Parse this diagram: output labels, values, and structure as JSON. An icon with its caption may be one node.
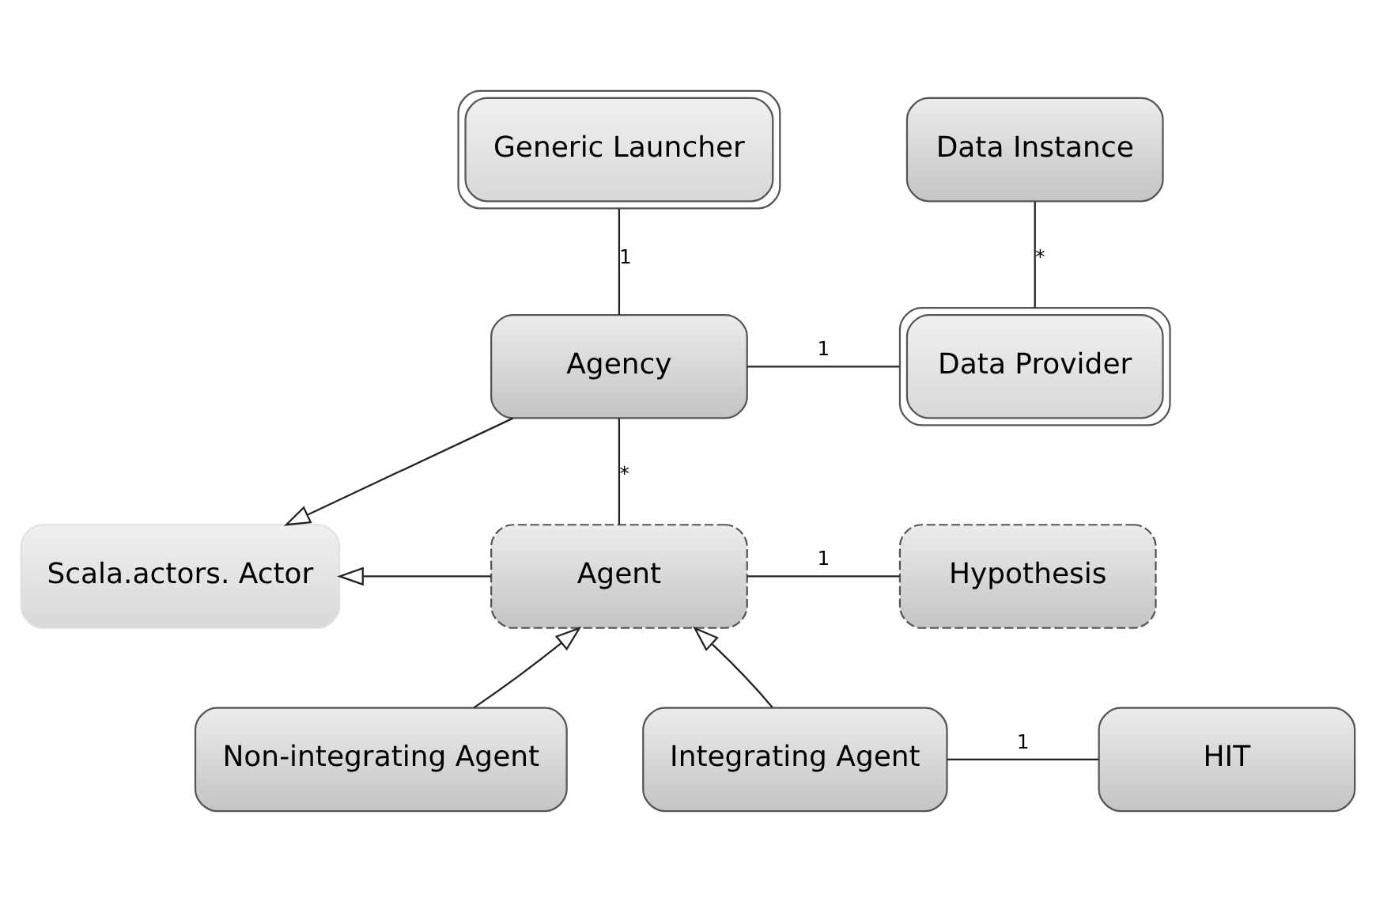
{
  "diagram": {
    "nodes": [
      {
        "text": [
          "Generic Launcher"
        ]
      },
      {
        "text": [
          "Data Instance"
        ]
      },
      {
        "text": [
          "Scala.actors. Actor"
        ]
      },
      {
        "text": [
          "Agency"
        ]
      },
      {
        "text": [
          "Data Provider"
        ]
      },
      {
        "text": [
          "Agent"
        ]
      },
      {
        "text": [
          "Hypothesis"
        ]
      },
      {
        "text": [
          "Non-integrating Agent"
        ]
      },
      {
        "text": [
          "Integrating Agent"
        ]
      },
      {
        "text": [
          "HIT"
        ]
      }
    ],
    "edges": [
      {
        "from": 0,
        "to": 3,
        "arrow": "none",
        "label": "1"
      },
      {
        "from": 1,
        "to": 4,
        "arrow": "none",
        "label": "*"
      },
      {
        "from": 3,
        "to": 4,
        "arrow": "none",
        "label": "1"
      },
      {
        "from": 3,
        "to": 5,
        "arrow": "none",
        "label": "*"
      },
      {
        "from": 3,
        "to": 2,
        "arrow": "to"
      },
      {
        "from": 5,
        "to": 2,
        "arrow": "to"
      },
      {
        "from": 5,
        "to": 6,
        "arrow": "none",
        "label": "1"
      },
      {
        "from": 7,
        "to": 5,
        "arrow": "to"
      },
      {
        "from": 8,
        "to": 5,
        "arrow": "to"
      },
      {
        "from": 8,
        "to": 9,
        "arrow": "none",
        "label": "1"
      }
    ]
  }
}
